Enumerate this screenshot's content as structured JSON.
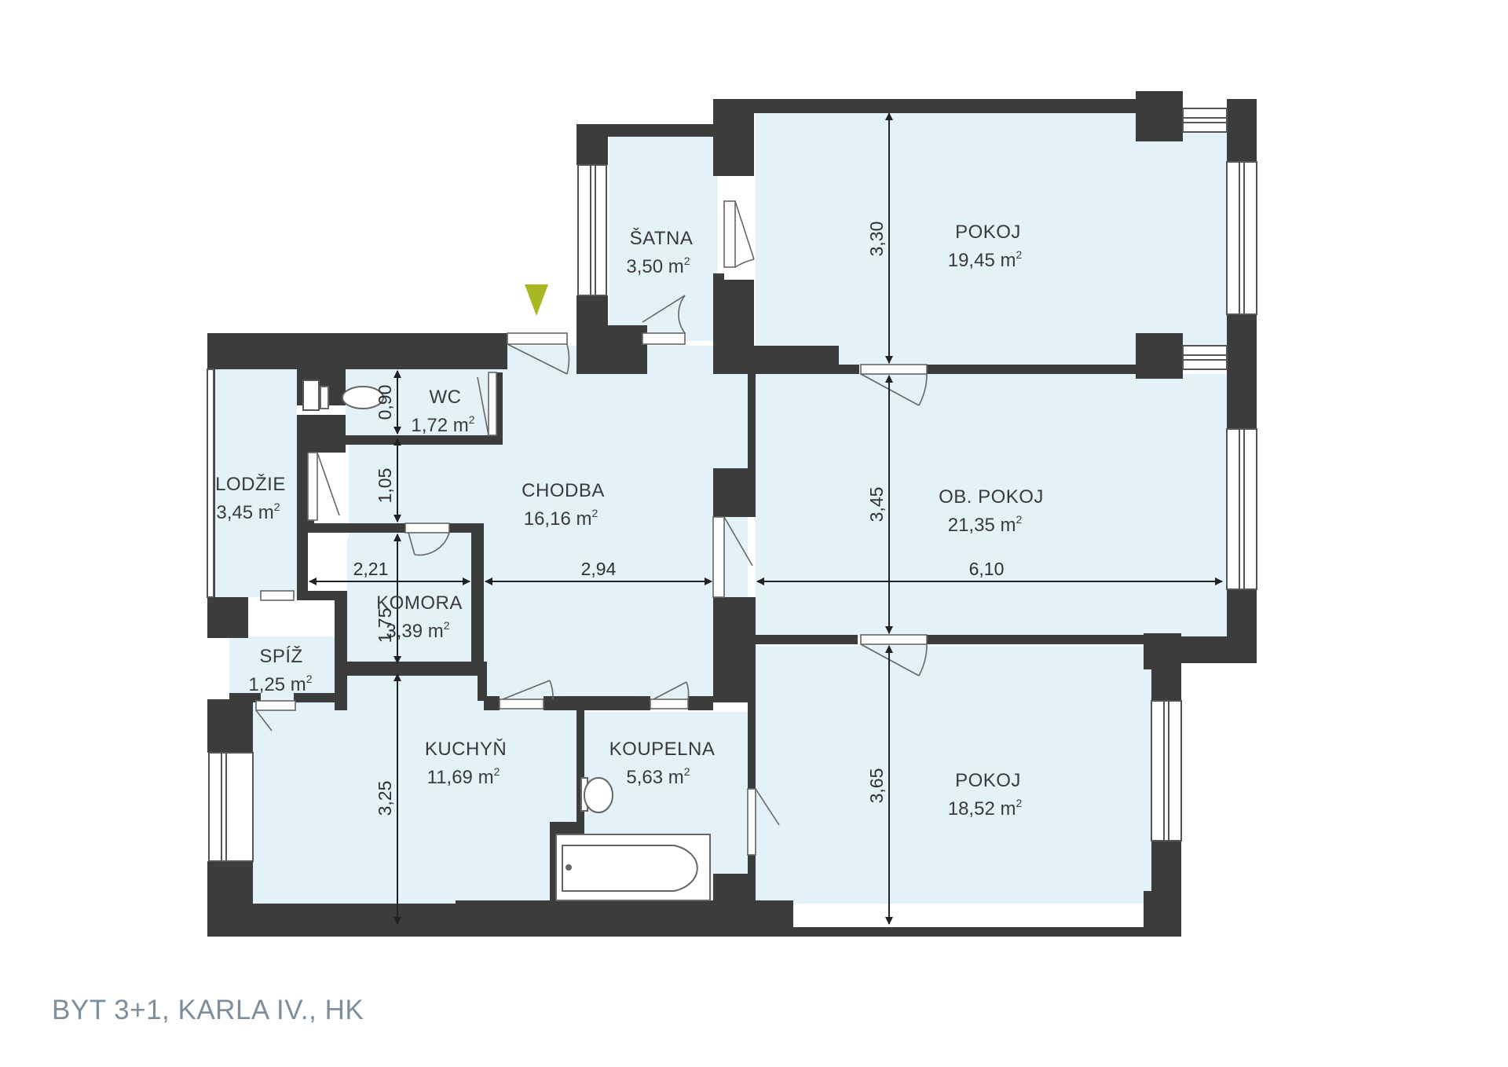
{
  "colors": {
    "wall": "#3c3c3c",
    "floor": "#e3f1f9",
    "dim_line": "#222222",
    "entrance": "#a9b720",
    "caption": "#7d8e9c"
  },
  "caption": "BYT 3+1, KARLA IV., HK",
  "entrance_icon": "entrance-triangle-icon",
  "area_unit_sup": "2",
  "rooms": [
    {
      "name": "ŠATNA",
      "area": "3,50 m"
    },
    {
      "name": "POKOJ",
      "area": "19,45 m"
    },
    {
      "name": "WC",
      "area": "1,72 m"
    },
    {
      "name": "LODŽIE",
      "area": "3,45 m"
    },
    {
      "name": "CHODBA",
      "area": "16,16 m"
    },
    {
      "name": "OB. POKOJ",
      "area": "21,35 m"
    },
    {
      "name": "KOMORA",
      "area": "3,39 m"
    },
    {
      "name": "SPÍŽ",
      "area": "1,25 m"
    },
    {
      "name": "KUCHYŇ",
      "area": "11,69 m"
    },
    {
      "name": "KOUPELNA",
      "area": "5,63 m"
    },
    {
      "name": "POKOJ",
      "area": "18,52 m"
    }
  ],
  "dimensions": [
    "3,30",
    "0,90",
    "1,05",
    "3,45",
    "2,21",
    "2,94",
    "6,10",
    "1,75",
    "3,25",
    "3,65"
  ]
}
